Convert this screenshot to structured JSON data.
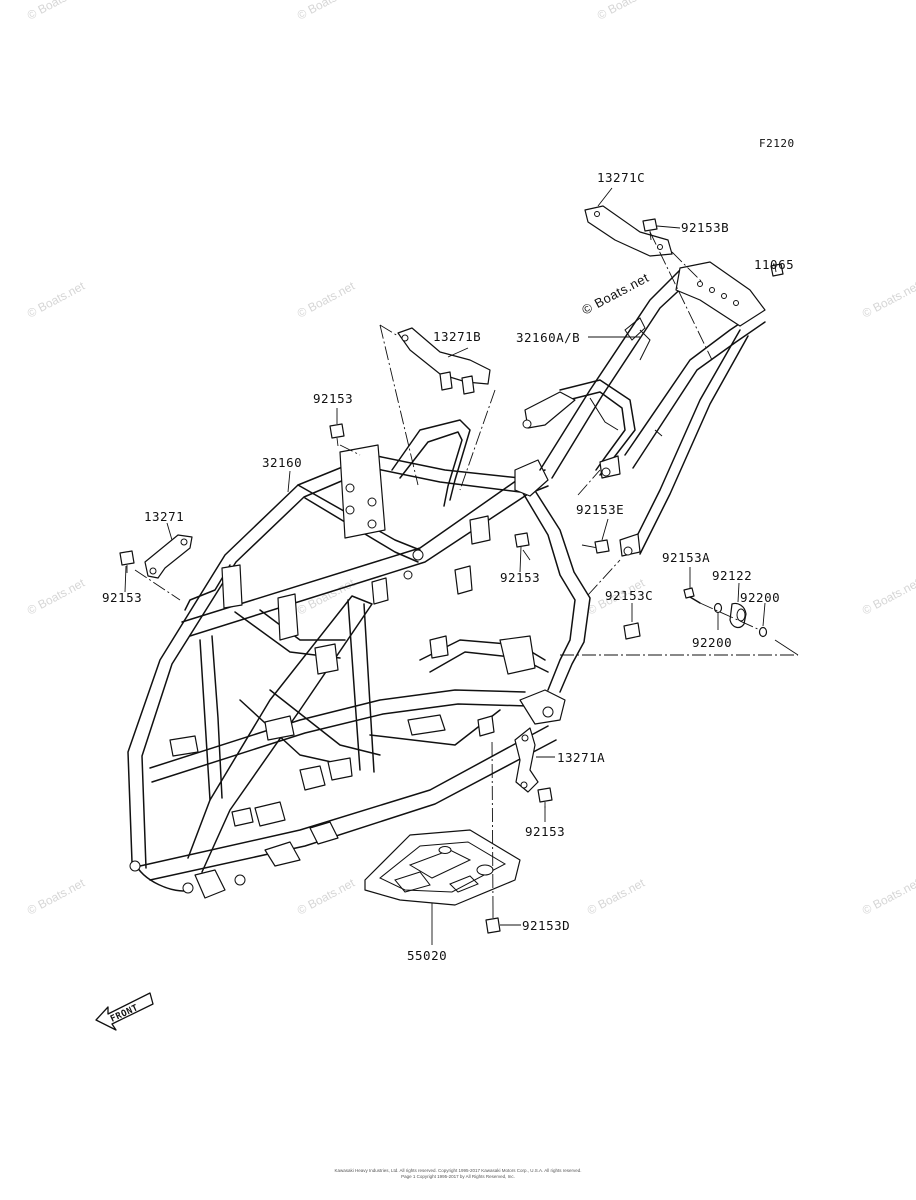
{
  "figure_code": "F2120",
  "watermark_text": "© Boats.net",
  "part_labels": {
    "p13271C": "13271C",
    "p92153B": "92153B",
    "p11065": "11065",
    "p13271B": "13271B",
    "p32160AB": "32160A/B",
    "p92153_top": "92153",
    "p32160": "32160",
    "p13271": "13271",
    "p92153_left": "92153",
    "p92153E": "92153E",
    "p92153_mid": "92153",
    "p92153A": "92153A",
    "p92122": "92122",
    "p92200_right": "92200",
    "p92153C": "92153C",
    "p92200_bottom": "92200",
    "p13271A": "13271A",
    "p92153_low": "92153",
    "p92153D": "92153D",
    "p55020": "55020"
  },
  "front_label": "FRONT",
  "footer_line1": "Kawasaki Heavy Industries, Ltd. All rights reserved. Copyright 1995-2017 Kawasaki Motors Corp., U.S.A. All rights reserved.",
  "footer_line2": "Page 1 Copyright 1995-2017 by All Rights Reserved, Inc.",
  "colors": {
    "line": "#111111",
    "watermark": "#d6d6d6",
    "background": "#ffffff"
  }
}
